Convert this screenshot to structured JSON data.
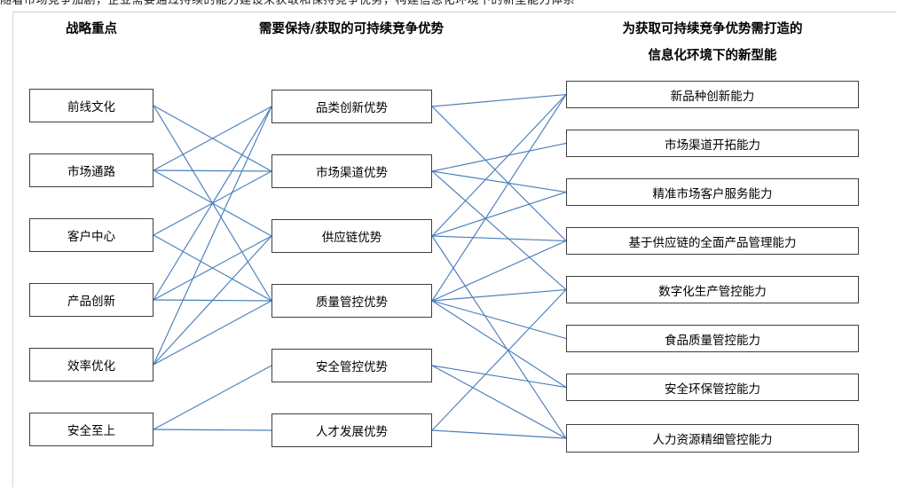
{
  "top_clipped_line": "随着市场竞争加剧，企业需要通过持续的能力建设来获取和保持竞争优势，构建信息化环境下的新型能力体系",
  "columns": {
    "left": {
      "title": "战略重点",
      "items": [
        {
          "label": "前线文化"
        },
        {
          "label": "市场通路"
        },
        {
          "label": "客户中心"
        },
        {
          "label": "产品创新"
        },
        {
          "label": "效率优化"
        },
        {
          "label": "安全至上"
        }
      ]
    },
    "middle": {
      "title": "需要保持/获取的可持续竞争优势",
      "items": [
        {
          "label": "品类创新优势"
        },
        {
          "label": "市场渠道优势"
        },
        {
          "label": "供应链优势"
        },
        {
          "label": "质量管控优势"
        },
        {
          "label": "安全管控优势"
        },
        {
          "label": "人才发展优势"
        }
      ]
    },
    "right": {
      "title_line1": "为获取可持续竞争优势需打造的",
      "title_line2": "信息化环境下的新型能",
      "items": [
        {
          "label": "新品种创新能力"
        },
        {
          "label": "市场渠道开拓能力"
        },
        {
          "label": "精准市场客户服务能力"
        },
        {
          "label": "基于供应链的全面产品管理能力"
        },
        {
          "label": "数字化生产管控能力"
        },
        {
          "label": "食品质量管控能力"
        },
        {
          "label": "安全环保管控能力"
        },
        {
          "label": "人力资源精细管控能力"
        }
      ]
    }
  },
  "colors": {
    "link": "#4a7ebb",
    "box_border": "#3f3f3f",
    "text": "#000000",
    "frame": "#d8d8d8",
    "background": "#ffffff"
  },
  "links": {
    "left_to_middle": [
      [
        0,
        1
      ],
      [
        0,
        3
      ],
      [
        1,
        0
      ],
      [
        1,
        1
      ],
      [
        1,
        2
      ],
      [
        2,
        1
      ],
      [
        2,
        3
      ],
      [
        3,
        0
      ],
      [
        3,
        2
      ],
      [
        3,
        3
      ],
      [
        4,
        0
      ],
      [
        4,
        2
      ],
      [
        4,
        3
      ],
      [
        5,
        4
      ],
      [
        5,
        5
      ]
    ],
    "middle_to_right": [
      [
        0,
        0
      ],
      [
        0,
        3
      ],
      [
        1,
        1
      ],
      [
        1,
        2
      ],
      [
        1,
        4
      ],
      [
        2,
        0
      ],
      [
        2,
        2
      ],
      [
        2,
        3
      ],
      [
        2,
        7
      ],
      [
        3,
        0
      ],
      [
        3,
        3
      ],
      [
        3,
        4
      ],
      [
        3,
        5
      ],
      [
        3,
        6
      ],
      [
        4,
        6
      ],
      [
        4,
        7
      ],
      [
        5,
        4
      ],
      [
        5,
        7
      ]
    ]
  }
}
